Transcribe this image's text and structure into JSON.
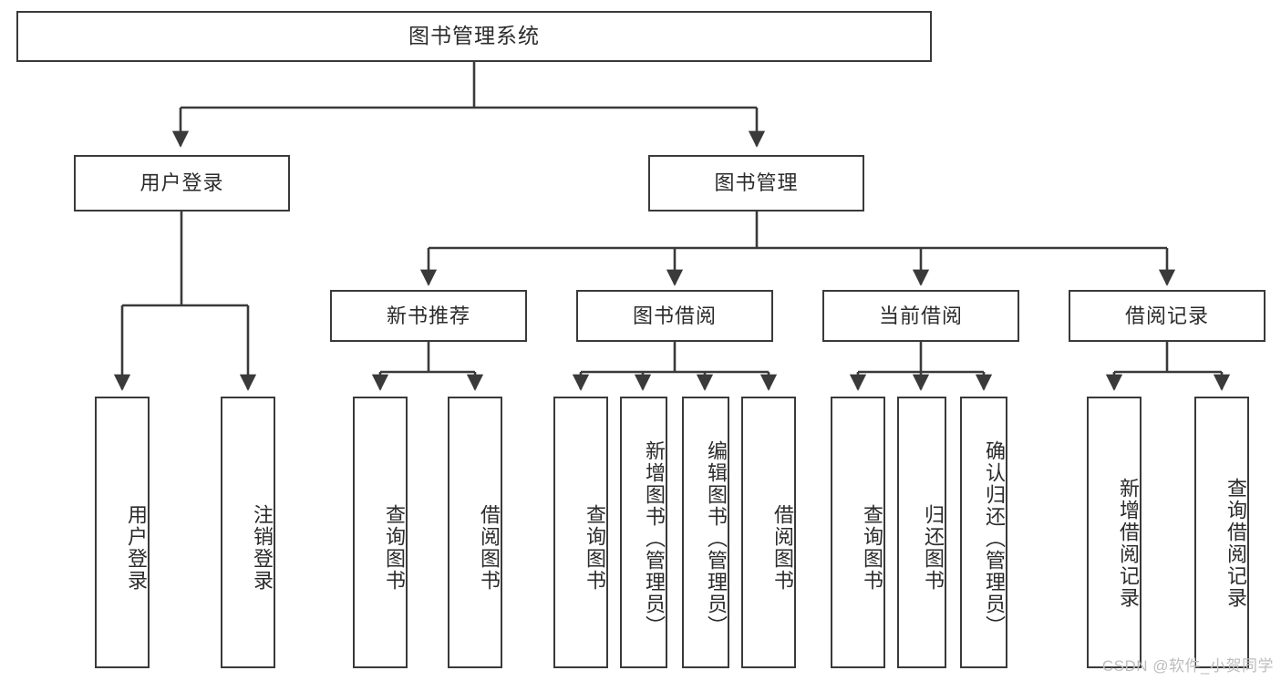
{
  "diagram": {
    "title": "图书管理系统",
    "type": "tree-hierarchy-chart",
    "root": {
      "label": "图书管理系统"
    },
    "level2": [
      {
        "label": "用户登录"
      },
      {
        "label": "图书管理"
      }
    ],
    "level3": [
      {
        "label": "新书推荐"
      },
      {
        "label": "图书借阅"
      },
      {
        "label": "当前借阅"
      },
      {
        "label": "借阅记录"
      }
    ],
    "leaves": {
      "user_login": [
        {
          "label": "用户登录"
        },
        {
          "label": "注销登录"
        }
      ],
      "new_book_recommend": [
        {
          "label": "查询图书"
        },
        {
          "label": "借阅图书"
        }
      ],
      "book_borrow": [
        {
          "label": "查询图书"
        },
        {
          "label": "新增图书（管理员）"
        },
        {
          "label": "编辑图书（管理员）"
        },
        {
          "label": "借阅图书"
        }
      ],
      "current_borrow": [
        {
          "label": "查询图书"
        },
        {
          "label": "归还图书"
        },
        {
          "label": "确认归还（管理员）"
        }
      ],
      "borrow_record": [
        {
          "label": "新增借阅记录"
        },
        {
          "label": "查询借阅记录"
        }
      ]
    }
  },
  "watermark": {
    "text": "CSDN @软件_小贺同学"
  },
  "colors": {
    "stroke": "#3a3a3a",
    "text": "#2b2b2b",
    "background": "#ffffff",
    "watermark": "#bdbdbd"
  }
}
